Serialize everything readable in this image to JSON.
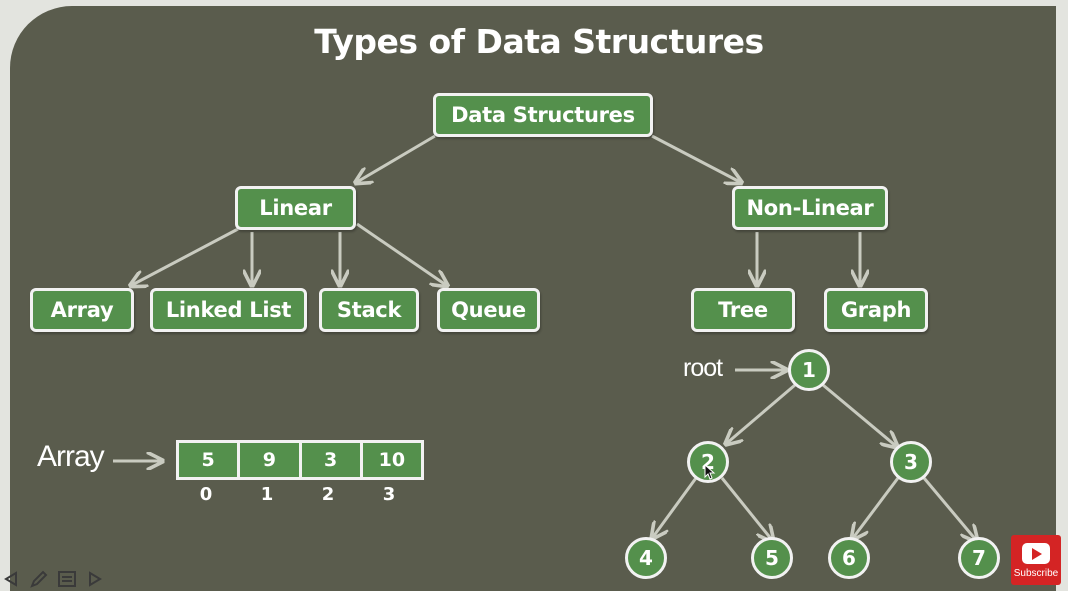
{
  "title": "Types of Data Structures",
  "root": "Data Structures",
  "categories": {
    "linear": "Linear",
    "nonlinear": "Non-Linear"
  },
  "linear_items": [
    "Array",
    "Linked List",
    "Stack",
    "Queue"
  ],
  "nonlinear_items": [
    "Tree",
    "Graph"
  ],
  "array_example": {
    "label": "Array",
    "values": [
      "5",
      "9",
      "3",
      "10"
    ],
    "indices": [
      "0",
      "1",
      "2",
      "3"
    ]
  },
  "tree_example": {
    "root_label": "root",
    "nodes": [
      "1",
      "2",
      "3",
      "4",
      "5",
      "6",
      "7"
    ]
  },
  "youtube": {
    "label": "Subscribe"
  },
  "colors": {
    "board": "#5a5c4d",
    "box_fill": "#54904c",
    "box_border": "#f2f2f2",
    "arrow": "#c9cbc0"
  }
}
